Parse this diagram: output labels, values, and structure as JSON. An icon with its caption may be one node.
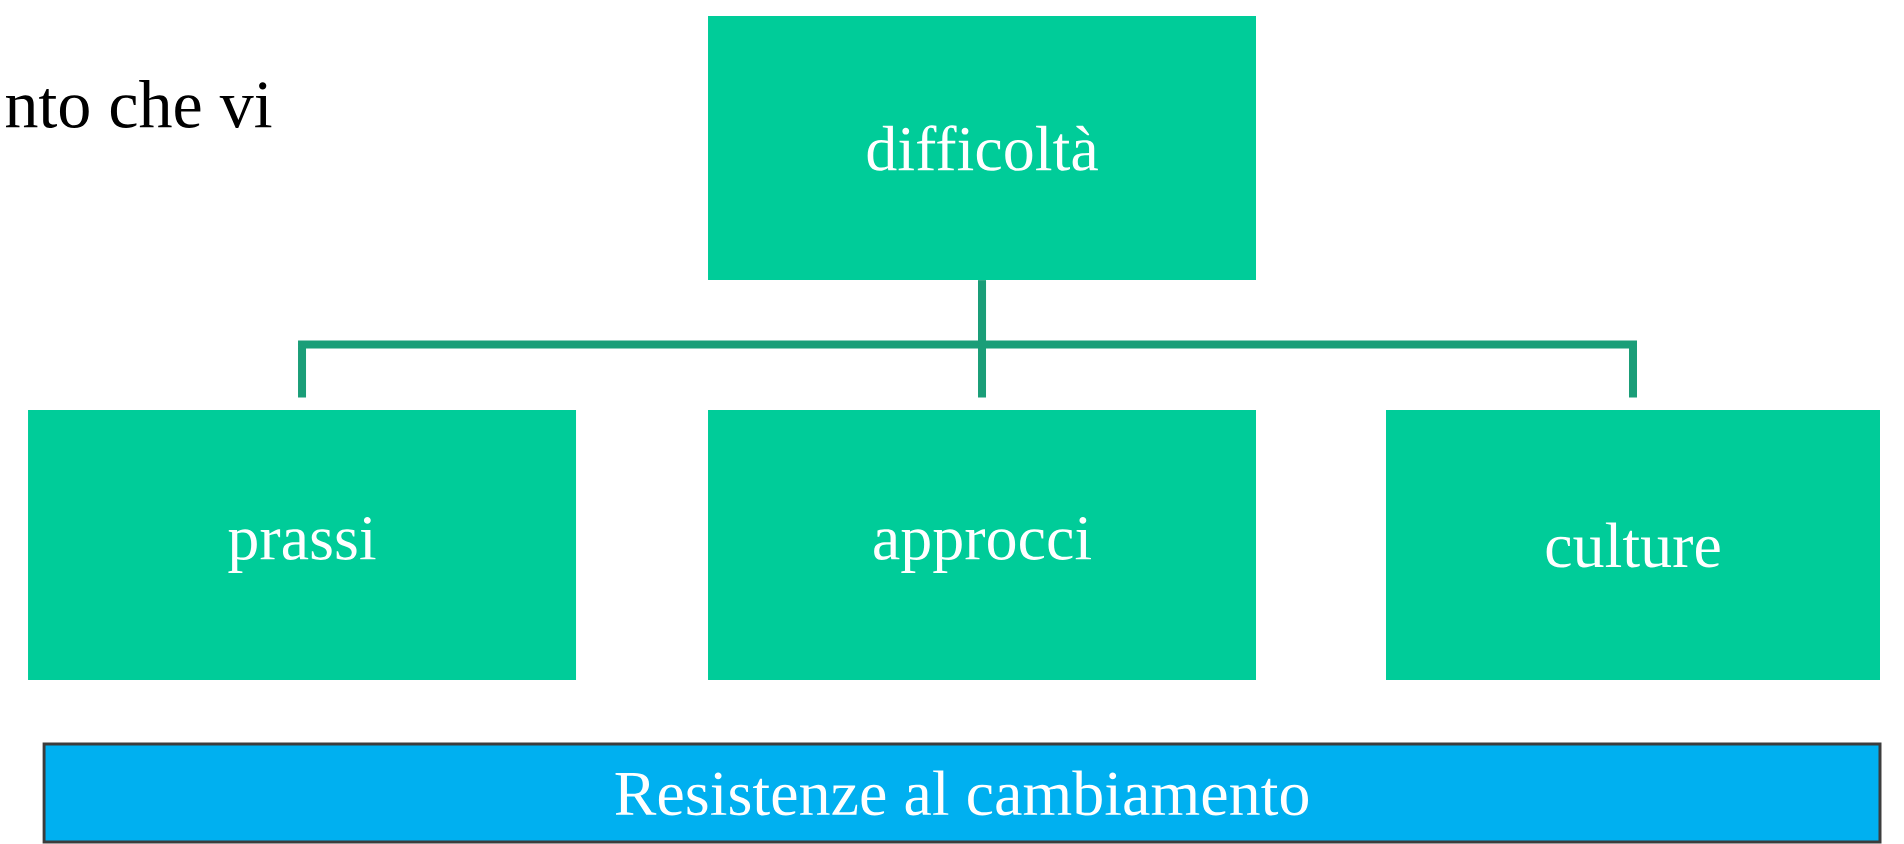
{
  "diagram": {
    "nodes": [
      {
        "text": [
          "difficoltà"
        ]
      },
      {
        "text": [
          "prassi"
        ]
      },
      {
        "text": [
          "approcci"
        ]
      },
      {
        "text": [
          "culture"
        ]
      },
      {
        "text": [
          "Resistenze al cambiamento"
        ]
      }
    ],
    "edges": [
      {
        "from": 0,
        "to": 1,
        "arrow": "none"
      },
      {
        "from": 0,
        "to": 2,
        "arrow": "none"
      },
      {
        "from": 0,
        "to": 3,
        "arrow": "none"
      }
    ],
    "labels": [
      "nto che vi"
    ]
  }
}
